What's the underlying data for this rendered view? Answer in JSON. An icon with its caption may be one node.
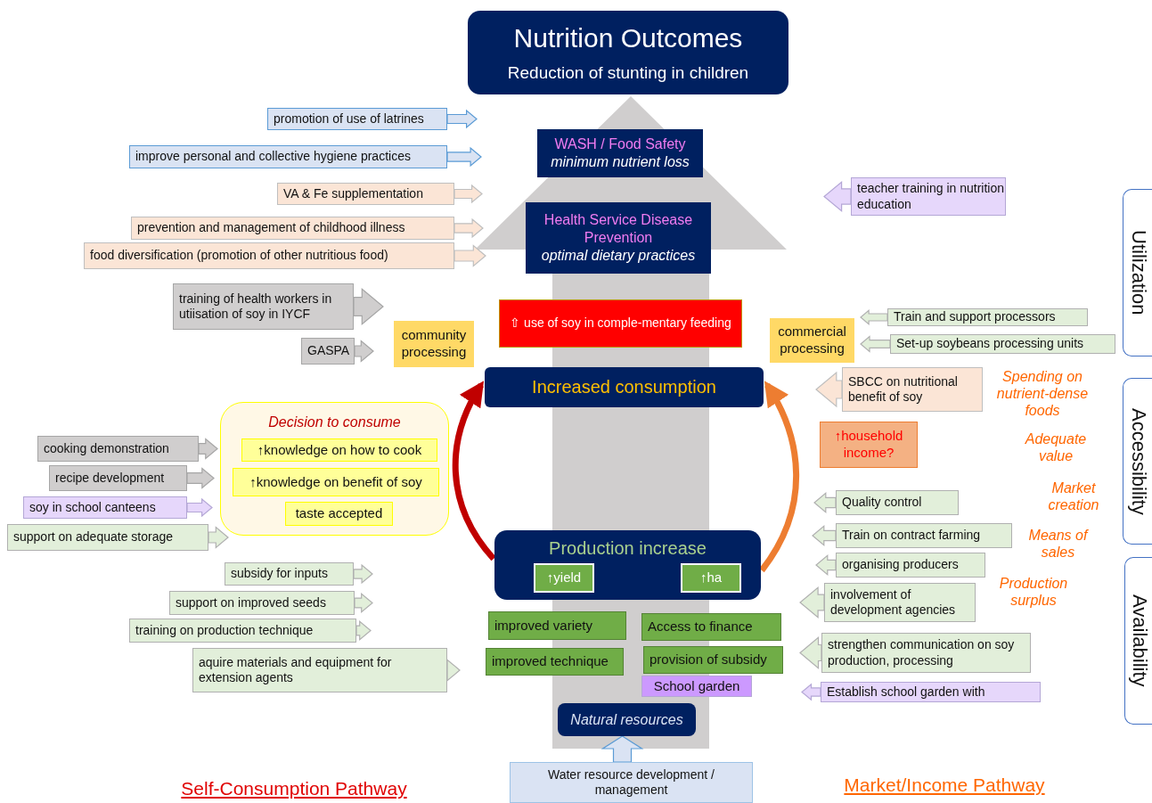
{
  "diagram": {
    "nodes": [
      {
        "text": [
          "Nutrition Outcomes",
          "Reduction of stunting in children"
        ]
      },
      {
        "text": [
          "promotion of use of latrines"
        ]
      },
      {
        "text": [
          "improve personal and collective hygiene practices"
        ]
      },
      {
        "text": [
          "WASH / Food Safety",
          "minimum nutrient loss"
        ]
      },
      {
        "text": [
          "VA & Fe supplementation"
        ]
      },
      {
        "text": [
          "teacher training in nutrition education"
        ]
      },
      {
        "text": [
          "prevention and management of childhood illness"
        ]
      },
      {
        "text": [
          "Health Service Disease Prevention",
          "optimal dietary practices"
        ]
      },
      {
        "text": [
          "food diversification (promotion of other nutritious food)"
        ]
      },
      {
        "text": [
          "Utilization"
        ]
      },
      {
        "text": [
          "training of health workers in utiisation of soy in IYCF"
        ]
      },
      {
        "text": [
          "⇧ use of soy in comple-mentary feeding"
        ]
      },
      {
        "text": [
          "Train and support processors"
        ]
      },
      {
        "text": [
          "GASPA"
        ]
      },
      {
        "text": [
          "community processing"
        ]
      },
      {
        "text": [
          "commercial processing"
        ]
      },
      {
        "text": [
          "Set-up soybeans processing units"
        ]
      },
      {
        "text": [
          "Increased consumption"
        ]
      },
      {
        "text": [
          "SBCC on nutritional benefit of soy"
        ]
      },
      {
        "text": [
          "Accessibility"
        ]
      },
      {
        "text": [
          "Decision to consume"
        ]
      },
      {
        "text": [
          "↑knowledge on how to cook"
        ],
        "in": 20
      },
      {
        "text": [
          "cooking demonstration"
        ]
      },
      {
        "text": [
          "↑household income?"
        ]
      },
      {
        "text": [
          "recipe development"
        ]
      },
      {
        "text": [
          "↑knowledge on benefit of soy"
        ],
        "in": 20
      },
      {
        "text": [
          "soy in school canteens"
        ]
      },
      {
        "text": [
          "taste accepted"
        ],
        "in": 20
      },
      {
        "text": [
          "support on adequate storage"
        ]
      },
      {
        "text": [
          "Quality control"
        ]
      },
      {
        "text": [
          "Train on contract farming"
        ]
      },
      {
        "text": [
          "Production increase"
        ]
      },
      {
        "text": [
          "↑yield"
        ],
        "in": 31
      },
      {
        "text": [
          "↑ha"
        ],
        "in": 31
      },
      {
        "text": [
          "organising producers"
        ]
      },
      {
        "text": [
          "subsidy for inputs"
        ]
      },
      {
        "text": [
          "Availability"
        ]
      },
      {
        "text": [
          "support on improved seeds"
        ]
      },
      {
        "text": [
          "involvement of development agencies"
        ]
      },
      {
        "text": [
          "training on production technique"
        ]
      },
      {
        "text": [
          "improved variety"
        ]
      },
      {
        "text": [
          "Access to finance"
        ]
      },
      {
        "text": [
          "aquire materials and equipment for extension agents"
        ]
      },
      {
        "text": [
          "improved technique"
        ]
      },
      {
        "text": [
          "provision of subsidy"
        ]
      },
      {
        "text": [
          "strengthen communication on soy production, processing"
        ]
      },
      {
        "text": [
          "School garden"
        ]
      },
      {
        "text": [
          "Establish school garden with"
        ]
      },
      {
        "text": [
          "Natural resources"
        ]
      },
      {
        "text": [
          "Water resource development / management"
        ]
      }
    ],
    "edges": [
      {
        "from": null,
        "to": 0,
        "arrow": "to",
        "style": "thick",
        "color": "#d0cece"
      },
      {
        "from": 1,
        "to": null,
        "arrow": "to",
        "color": "#dae3f3"
      },
      {
        "from": 2,
        "to": null,
        "arrow": "to",
        "color": "#dae3f3"
      },
      {
        "from": 4,
        "to": null,
        "arrow": "to",
        "color": "#fbe5d6"
      },
      {
        "from": 5,
        "to": null,
        "arrow": "to",
        "color": "#e6d7fb"
      },
      {
        "from": 6,
        "to": null,
        "arrow": "to",
        "color": "#fbe5d6"
      },
      {
        "from": 8,
        "to": null,
        "arrow": "to",
        "color": "#fbe5d6"
      },
      {
        "from": 10,
        "to": null,
        "arrow": "to",
        "color": "#d0cece"
      },
      {
        "from": 12,
        "to": null,
        "arrow": "to"
      },
      {
        "from": 13,
        "to": null,
        "arrow": "to",
        "color": "#d0cece"
      },
      {
        "from": 16,
        "to": null,
        "arrow": "to"
      },
      {
        "from": 18,
        "to": null,
        "arrow": "to",
        "color": "#fbe5d6"
      },
      {
        "from": 22,
        "to": null,
        "arrow": "to",
        "color": "#d0cece"
      },
      {
        "from": 24,
        "to": null,
        "arrow": "to",
        "color": "#d0cece"
      },
      {
        "from": 26,
        "to": null,
        "arrow": "to",
        "color": "#e6d7fb"
      },
      {
        "from": 28,
        "to": null,
        "arrow": "to"
      },
      {
        "from": 29,
        "to": null,
        "arrow": "to"
      },
      {
        "from": 30,
        "to": null,
        "arrow": "to"
      },
      {
        "from": 34,
        "to": null,
        "arrow": "to"
      },
      {
        "from": 35,
        "to": null,
        "arrow": "to"
      },
      {
        "from": 37,
        "to": null,
        "arrow": "to"
      },
      {
        "from": 38,
        "to": null,
        "arrow": "to"
      },
      {
        "from": 39,
        "to": null,
        "arrow": "to"
      },
      {
        "from": 42,
        "to": null,
        "arrow": "to"
      },
      {
        "from": 45,
        "to": null,
        "arrow": "to"
      },
      {
        "from": 47,
        "to": null,
        "arrow": "to",
        "color": "#e6d7fb"
      },
      {
        "from": 31,
        "to": 17,
        "arrow": "to",
        "color": "#c00000"
      },
      {
        "from": 31,
        "to": 17,
        "arrow": "to",
        "color": "#ed7d31"
      },
      {
        "from": 49,
        "to": 48,
        "arrow": "to",
        "color": "#dae3f3"
      }
    ],
    "labels": [
      "Spending on nutrient-dense foods",
      "Adequate value",
      "Market creation",
      "Means of sales",
      "Production surplus",
      "Self-Consumption Pathway",
      "Market/Income Pathway"
    ]
  }
}
